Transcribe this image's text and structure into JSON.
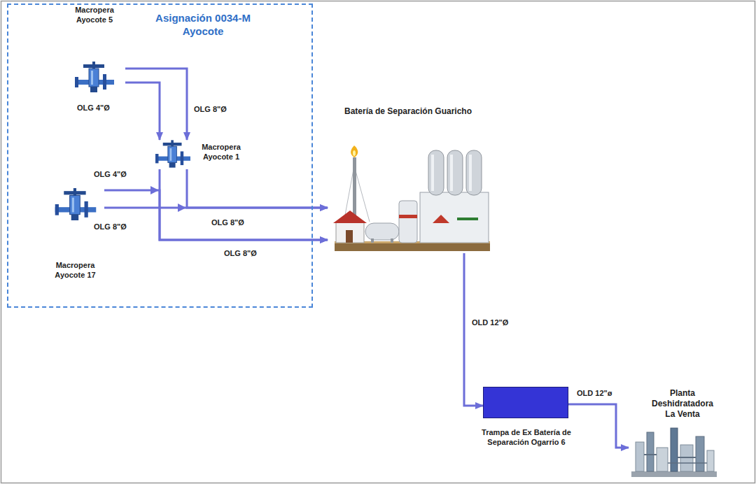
{
  "diagram": {
    "nodes": [
      {
        "text": [
          "Asignación 0034-M Ayocote"
        ]
      },
      {
        "text": [
          "Macropera Ayocote 5"
        ],
        "in": 0
      },
      {
        "text": [
          "Macropera Ayocote 1"
        ],
        "in": 0
      },
      {
        "text": [
          "Macropera Ayocote 17"
        ],
        "in": 0
      },
      {
        "text": [
          "Batería de Separación Guaricho"
        ]
      },
      {
        "text": [
          "Trampa de Ex Batería de Separación Ogarrio 6"
        ]
      },
      {
        "text": [
          "Planta Deshidratadora La Venta"
        ]
      }
    ],
    "edges": [
      {
        "from": 1,
        "to": 2,
        "arrow": "to",
        "label": "OLG 4\"Ø"
      },
      {
        "from": 1,
        "to": 2,
        "arrow": "to",
        "label": "OLG 8\"Ø"
      },
      {
        "from": 3,
        "to": 4,
        "arrow": "to",
        "label": "OLG 4\"Ø"
      },
      {
        "from": 3,
        "to": 4,
        "arrow": "to",
        "label": "OLG 8\"Ø"
      },
      {
        "from": 2,
        "to": 4,
        "arrow": "to",
        "label": "OLG 8\"Ø"
      },
      {
        "from": 2,
        "to": 4,
        "arrow": "to",
        "label": "OLG 8\"Ø"
      },
      {
        "from": 4,
        "to": 5,
        "arrow": "to",
        "label": "OLD 12\"Ø"
      },
      {
        "from": 5,
        "to": 6,
        "arrow": "to",
        "label": "OLD 12\"ø"
      }
    ]
  }
}
